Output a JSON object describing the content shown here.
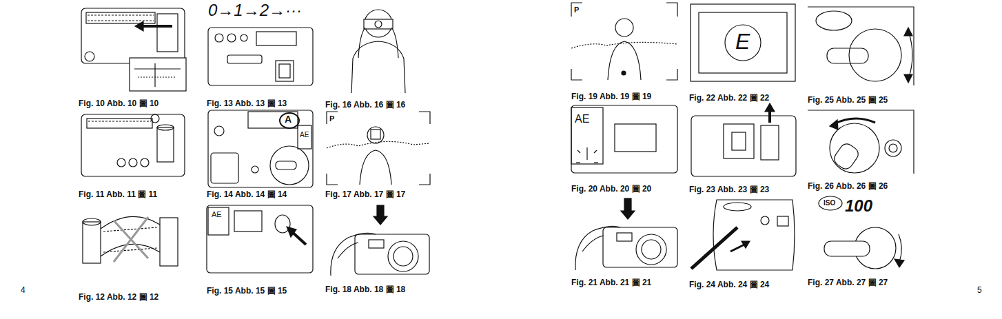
{
  "diagram": {
    "nodes": [
      {
        "text": [
          "Fig. 10 Abb. 10 圖 10"
        ]
      },
      {
        "text": [
          "Fig. 11 Abb. 11 圖 11"
        ]
      },
      {
        "text": [
          "Fig. 12 Abb. 12 圖 12"
        ]
      },
      {
        "text": [
          "Fig. 13 Abb. 13 圖 13"
        ]
      },
      {
        "text": [
          "Fig. 14 Abb. 14 圖 14"
        ]
      },
      {
        "text": [
          "Fig. 15 Abb. 15 圖 15"
        ]
      },
      {
        "text": [
          "Fig. 16 Abb. 16 圖 16"
        ]
      },
      {
        "text": [
          "Fig. 17 Abb. 17 圖 17"
        ]
      },
      {
        "text": [
          "Fig. 18 Abb. 18 圖 18"
        ]
      },
      {
        "text": [
          "Fig. 19 Abb. 19 圖 19"
        ]
      },
      {
        "text": [
          "Fig. 20 Abb. 20 圖 20"
        ]
      },
      {
        "text": [
          "Fig. 21 Abb. 21 圖 21"
        ]
      },
      {
        "text": [
          "Fig. 22 Abb. 22 圖 22"
        ]
      },
      {
        "text": [
          "Fig. 23 Abb. 23 圖 23"
        ]
      },
      {
        "text": [
          "Fig. 24 Abb. 24 圖 24"
        ]
      },
      {
        "text": [
          "Fig. 25 Abb. 25 圖 25"
        ]
      },
      {
        "text": [
          "Fig. 26 Abb. 26 圖 26"
        ]
      },
      {
        "text": [
          "Fig. 27 Abb. 27 圖 27"
        ]
      }
    ],
    "labels": [
      "0→1→2→···",
      "A",
      "AE",
      "P",
      "AE",
      "P",
      "AE",
      "E",
      "ISO",
      "100",
      "4",
      "5"
    ]
  }
}
